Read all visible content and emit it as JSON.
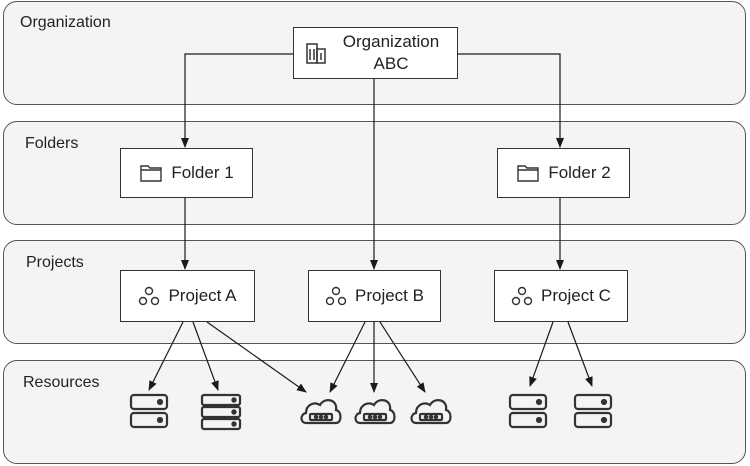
{
  "tiers": {
    "organization": "Organization",
    "folders": "Folders",
    "projects": "Projects",
    "resources": "Resources"
  },
  "nodes": {
    "org_line1": "Organization",
    "org_line2": "ABC",
    "folder1": "Folder 1",
    "folder2": "Folder 2",
    "projectA": "Project A",
    "projectB": "Project B",
    "projectC": "Project C"
  },
  "icons": {
    "org": "building-icon",
    "folder": "folder-icon",
    "project": "project-icon",
    "server": "server-icon",
    "cloud_server": "cloud-server-icon"
  },
  "colors": {
    "line": "#1a1a1a",
    "tier_fill": "#f4f4f4",
    "tier_border": "#555555"
  }
}
